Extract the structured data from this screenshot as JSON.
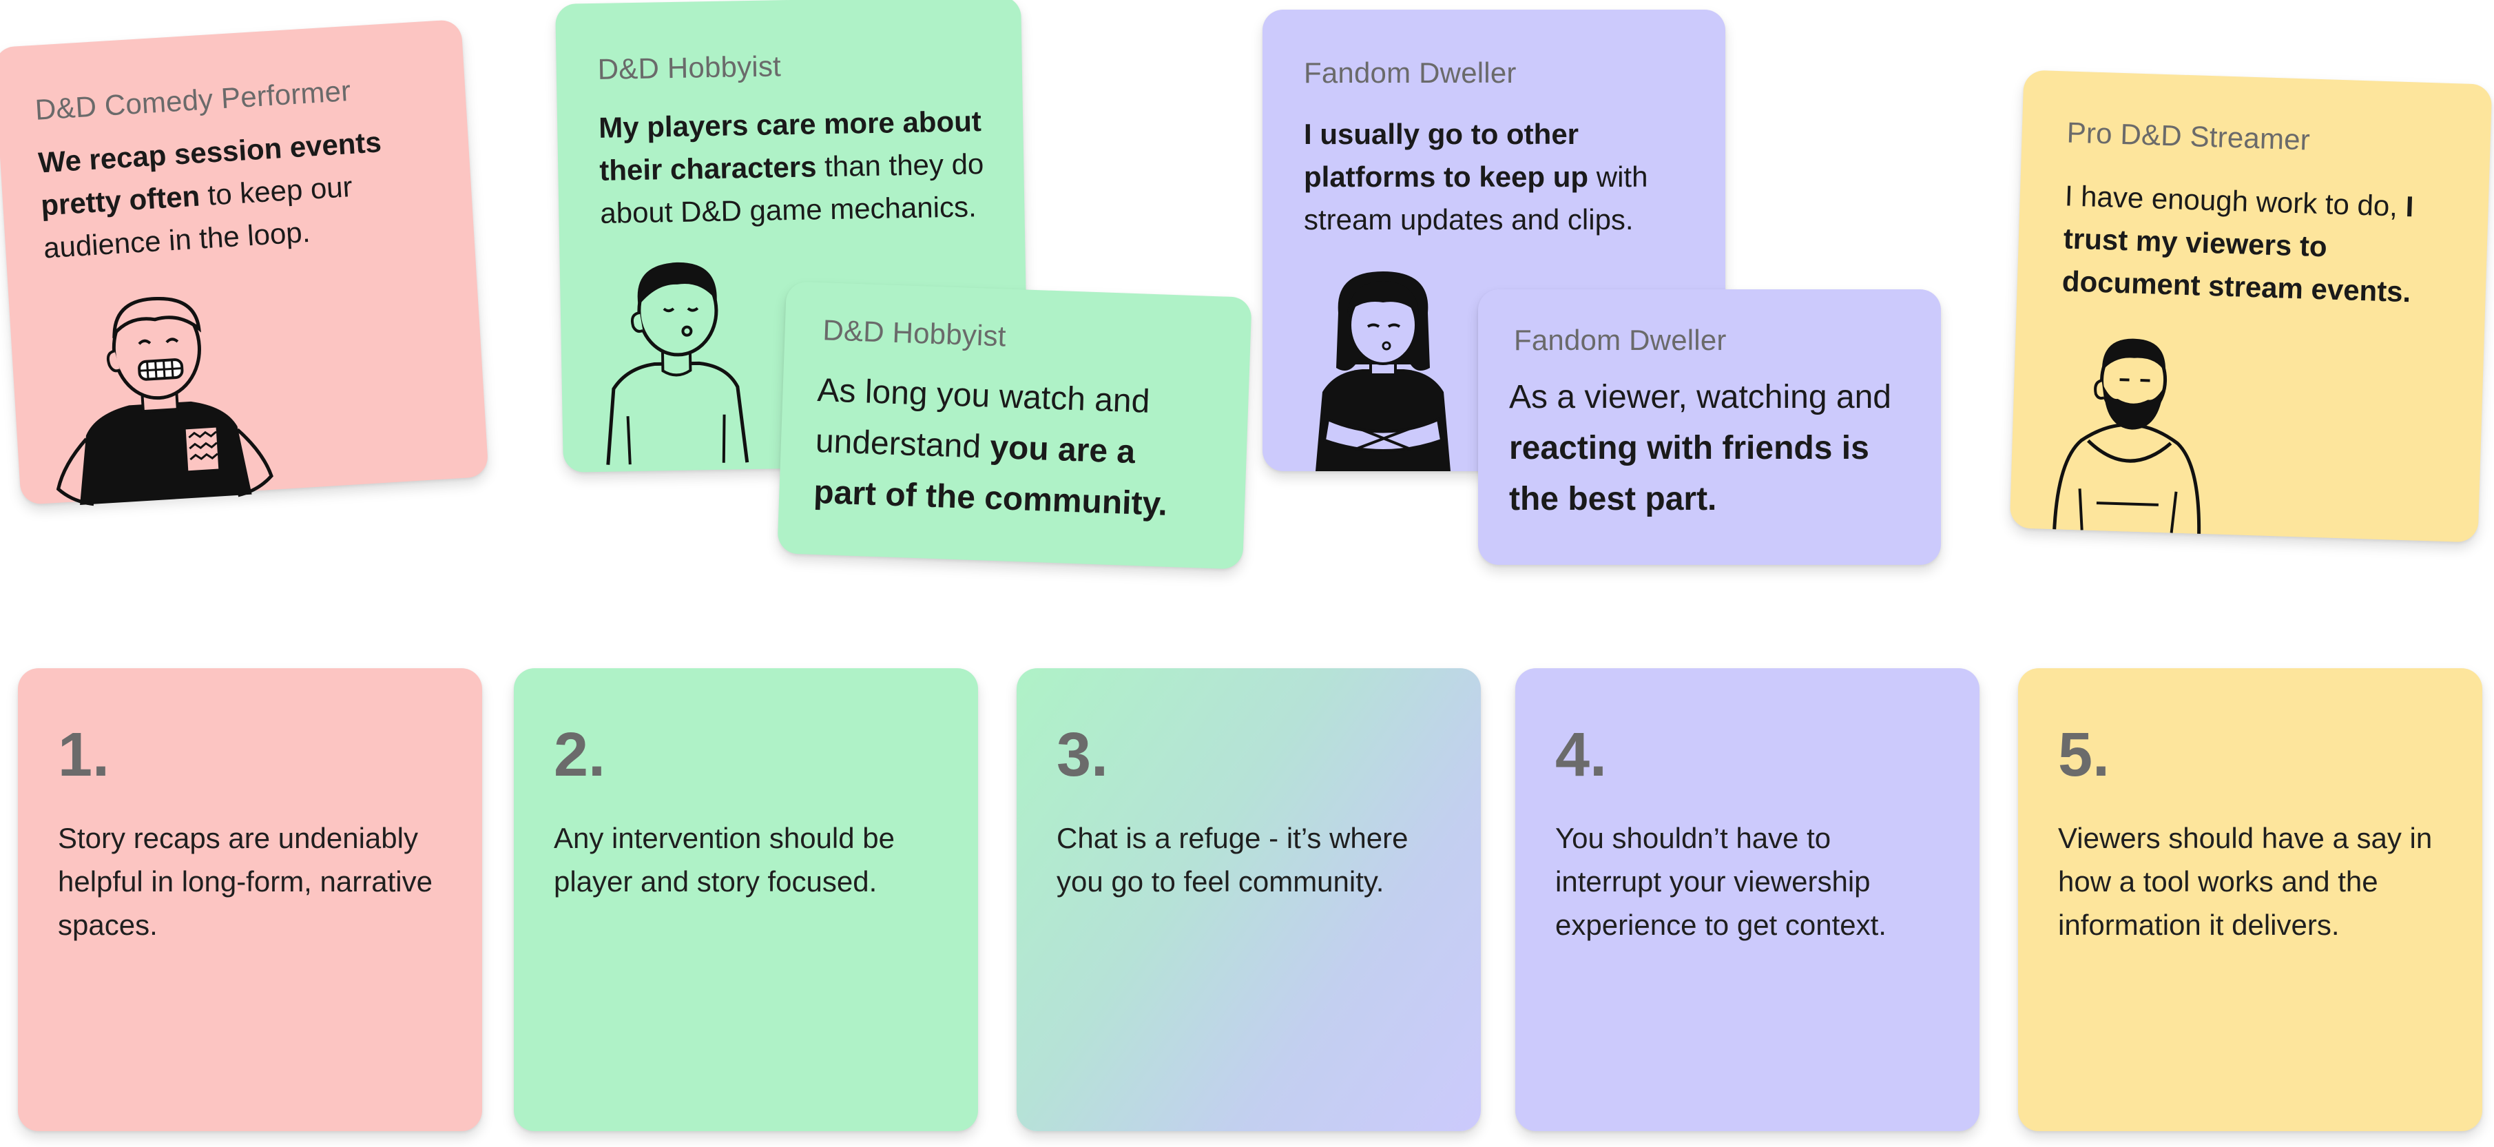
{
  "quotes": [
    {
      "role": "D&D Comedy Performer",
      "text_bold": "We recap session events pretty often",
      "text_rest": " to keep our audience in the loop.",
      "illustration": "grinning-man-illustration"
    },
    {
      "role": "D&D Hobbyist",
      "text_bold": "My players care more about their characters",
      "text_rest": " than they do about D&D game mechanics.",
      "illustration": "smiling-boy-illustration"
    },
    {
      "role": "D&D Hobbyist",
      "text_plain": "As long you watch and understand ",
      "text_bold": "you are a part of the community."
    },
    {
      "role": "Fandom Dweller",
      "text_bold": "I usually go to other platforms to keep up",
      "text_rest": " with stream updates and clips.",
      "illustration": "arms-crossed-woman-illustration"
    },
    {
      "role": "Fandom Dweller",
      "text_plain": "As a viewer, watching and ",
      "text_bold": "reacting with friends is the best part."
    },
    {
      "role": "Pro D&D Streamer",
      "text_plain": "I have enough work to do, ",
      "text_bold": "I trust my viewers to document stream events.",
      "illustration": "bearded-man-hoodie-illustration"
    }
  ],
  "principles": [
    {
      "number": "1.",
      "text": "Story recaps are undeniably helpful in long-form, narrative spaces."
    },
    {
      "number": "2.",
      "text": "Any intervention should be player and story focused."
    },
    {
      "number": "3.",
      "text": "Chat is a refuge - it’s where you go to feel community."
    },
    {
      "number": "4.",
      "text": "You shouldn’t have to interrupt your viewership experience to get context."
    },
    {
      "number": "5.",
      "text": "Viewers should have a say in how a tool works and the information it delivers."
    }
  ],
  "colors": {
    "pink": "#fcc5c2",
    "green": "#aff2c7",
    "purple": "#cccafc",
    "yellow": "#fde59c"
  }
}
